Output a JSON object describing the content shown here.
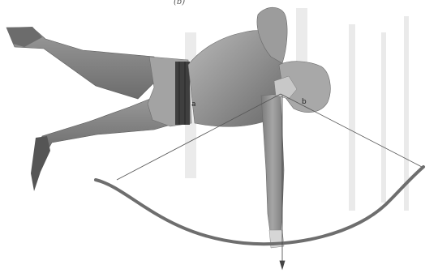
{
  "caption": "(b)",
  "labels": {
    "point_a": "a",
    "point_b": "b"
  },
  "colors": {
    "body": "#8f8f8f",
    "body_light": "#b6b6b6",
    "body_dark": "#5e5e5e",
    "belt": "#3c3c3c",
    "bow": "#6e6e6e",
    "string": "#555555"
  }
}
